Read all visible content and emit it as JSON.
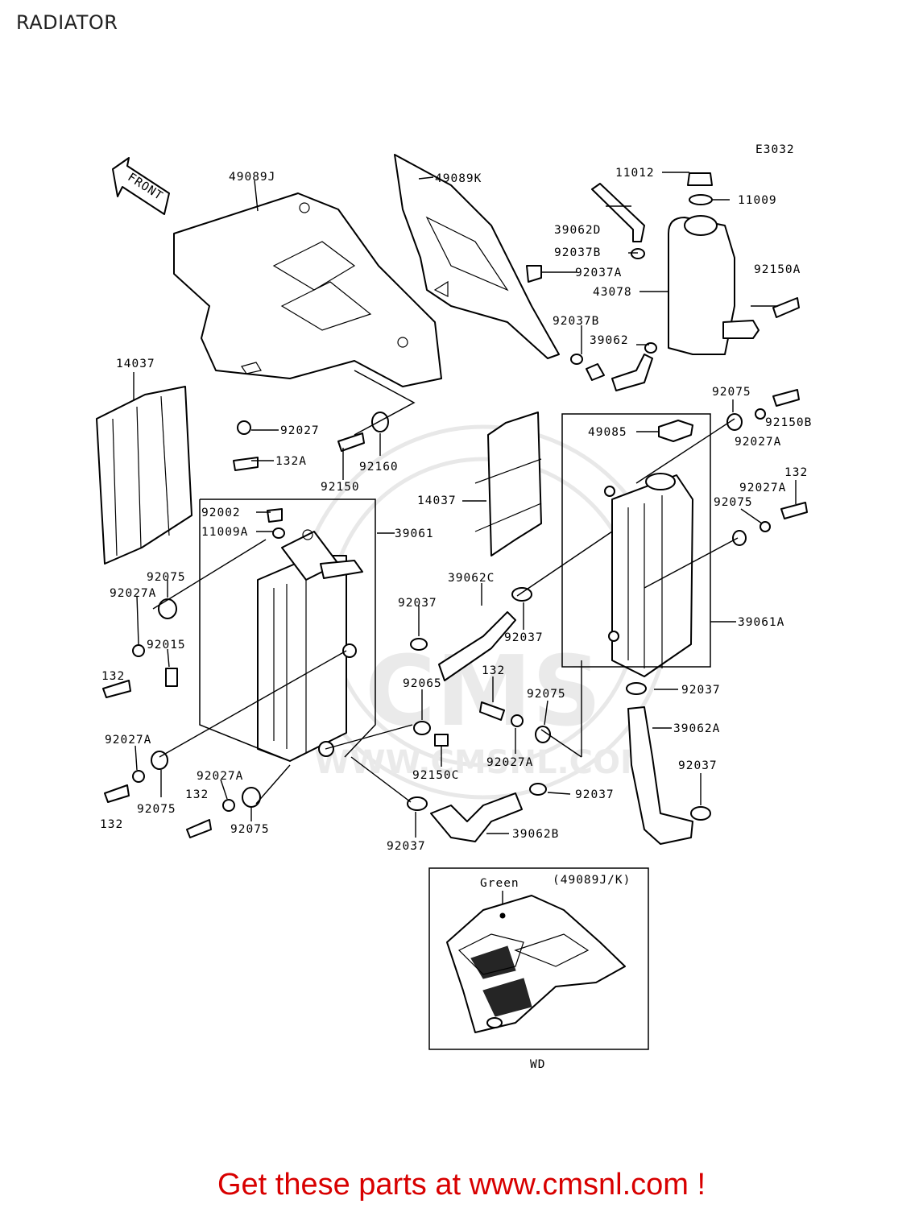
{
  "page": {
    "title": "RADIATOR"
  },
  "diagram": {
    "code": "E3032",
    "front_arrow": "FRONT",
    "watermark": {
      "logo": "CMS",
      "url": "WWW.CMSNL.COM"
    },
    "inset": {
      "title": "(49089J/K)",
      "color_note": "Green",
      "caption": "WD"
    },
    "labels": {
      "p49089J": "49089J",
      "p49089K": "49089K",
      "p11012": "11012",
      "p11009": "11009",
      "p39062D": "39062D",
      "p92037B_1": "92037B",
      "p92037A": "92037A",
      "p43078": "43078",
      "p92150A": "92150A",
      "p92037B_2": "92037B",
      "p39062_top": "39062",
      "p14037_left": "14037",
      "p92027": "92027",
      "p132A": "132A",
      "p92160": "92160",
      "p92150": "92150",
      "p92075_tr": "92075",
      "p92150B": "92150B",
      "p49085": "49085",
      "p92027A_tr": "92027A",
      "p132_tr": "132",
      "p92027A_r2": "92027A",
      "p92075_r2": "92075",
      "p14037_mid": "14037",
      "p92002": "92002",
      "p11009A": "11009A",
      "p39061": "39061",
      "p92075_l": "92075",
      "p92027A_l": "92027A",
      "p92015": "92015",
      "p132_l": "132",
      "p39062C": "39062C",
      "p92037_m1": "92037",
      "p92037_m2": "92037",
      "p39061A": "39061A",
      "p132_m": "132",
      "p92065": "92065",
      "p92075_m": "92075",
      "p92037_r": "92037",
      "p39062A": "39062A",
      "p92150C": "92150C",
      "p92027A_m": "92027A",
      "p92027A_bl": "92027A",
      "p92027A_bm": "92027A",
      "p132_bm": "132",
      "p92075_bl": "92075",
      "p92075_bm": "92075",
      "p132_bl": "132",
      "p92037_b": "92037",
      "p92037_b2": "92037",
      "p39062B": "39062B",
      "p92037_br": "92037"
    }
  },
  "promo": {
    "text": "Get these parts at www.cmsnl.com !"
  },
  "colors": {
    "promo": "#d80000",
    "line": "#000000",
    "watermark": "#e8e8e8"
  }
}
